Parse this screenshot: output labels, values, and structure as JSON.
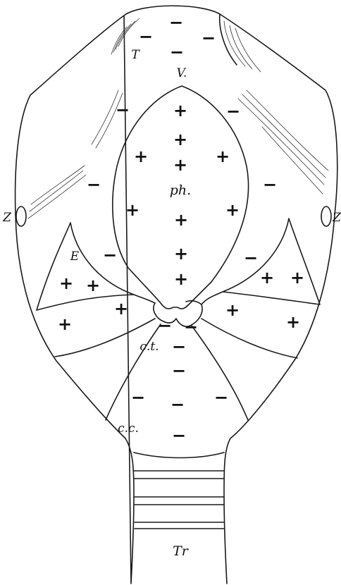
{
  "labels": {
    "T": "T",
    "V": "V.",
    "ph": "ph.",
    "E": "E",
    "Z_left": "Z",
    "Z_right": "Z",
    "ct": "c.t.",
    "cc": "c.c.",
    "Tr": "Tr"
  },
  "signs": {
    "plus": "+",
    "minus": "−"
  }
}
